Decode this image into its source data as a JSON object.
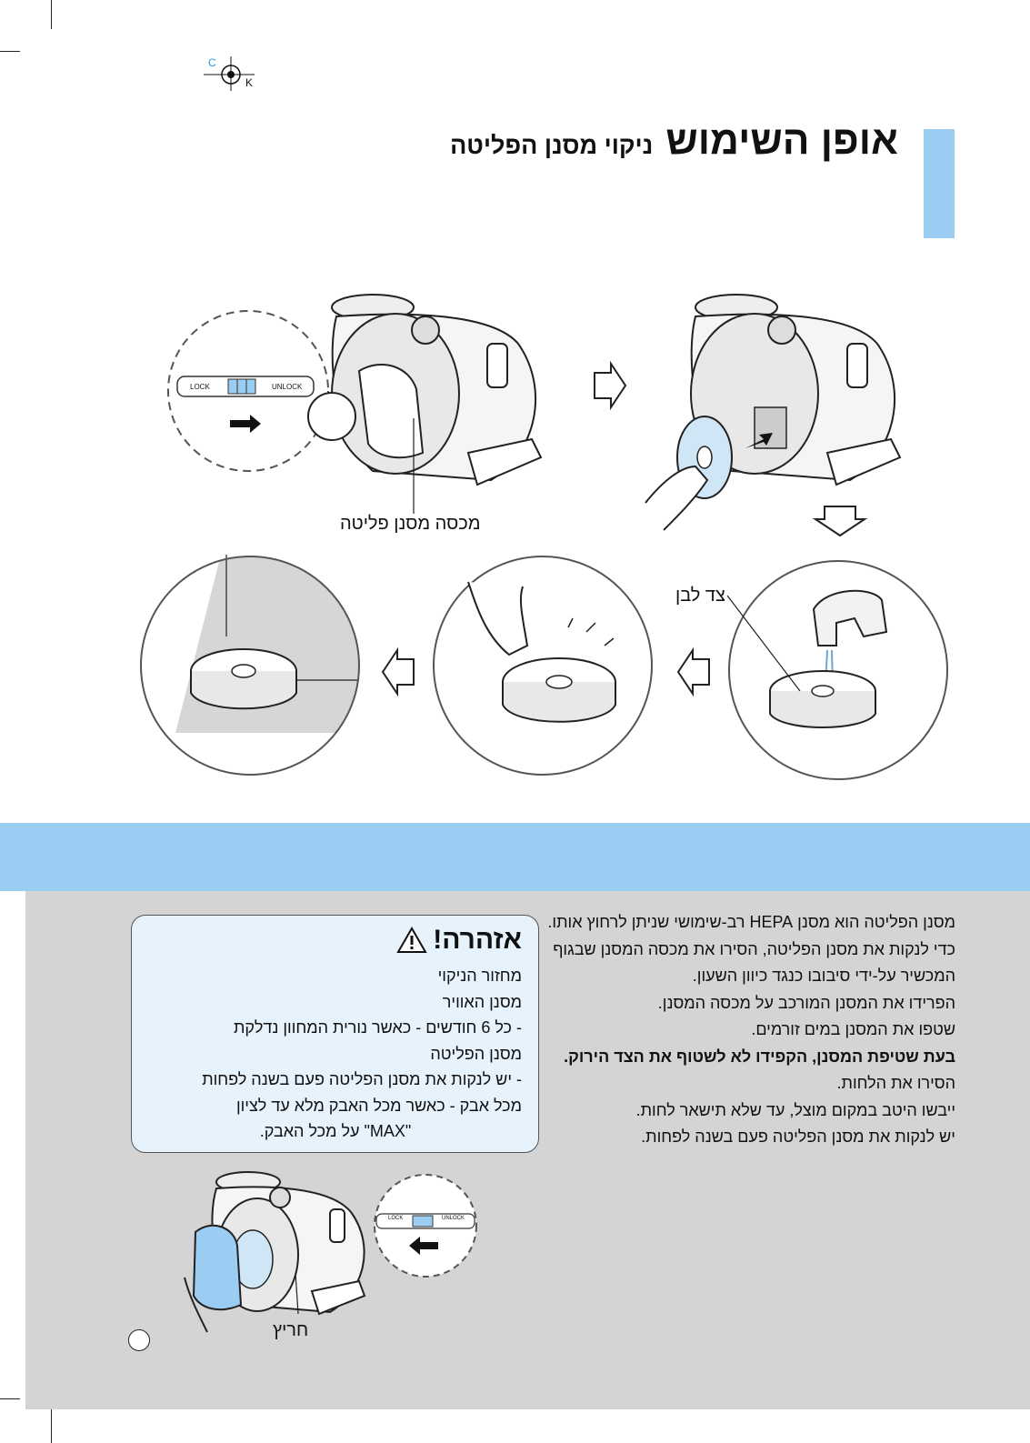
{
  "header": {
    "title": "אופן השימוש",
    "subtitle": "ניקוי מסנן הפליטה"
  },
  "registration_mark": {
    "c": "C",
    "k": "K"
  },
  "illustrations": {
    "lock_label": "LOCK",
    "unlock_label": "UNLOCK",
    "cover_label": "מכסה מסנן פליטה",
    "white_side_label": "צד לבן",
    "slot_label": "חריץ"
  },
  "instructions": [
    {
      "text": "מסנן הפליטה הוא מסנן HEPA רב-שימושי שניתן לרחוץ אותו.",
      "bold": false
    },
    {
      "text": "כדי לנקות את מסנן הפליטה, הסירו את מכסה המסנן שבגוף המכשיר על-ידי סיבובו כנגד כיוון השעון.",
      "bold": false
    },
    {
      "text": "הפרידו את המסנן המורכב על מכסה המסנן.",
      "bold": false
    },
    {
      "text": "שטפו את המסנן במים זורמים.",
      "bold": false
    },
    {
      "text": "בעת שטיפת המסנן, הקפידו לא לשטוף את הצד הירוק.",
      "bold": true
    },
    {
      "text": "הסירו את הלחות.",
      "bold": false
    },
    {
      "text": "ייבשו היטב במקום מוצל, עד שלא תישאר לחות.",
      "bold": false
    },
    {
      "text": "יש לנקות את מסנן הפליטה פעם בשנה לפחות.",
      "bold": false
    }
  ],
  "warning": {
    "title": "אזהרה!",
    "lines": [
      "מחזור הניקוי",
      "מסנן האוויר",
      "- כל 6 חודשים - כאשר נורית המחוון נדלקת",
      "מסנן הפליטה",
      "- יש לנקות את מסנן הפליטה פעם בשנה לפחות",
      "מכל אבק - כאשר מכל האבק מלא עד לציון",
      "\"MAX\" על מכל האבק."
    ]
  }
}
